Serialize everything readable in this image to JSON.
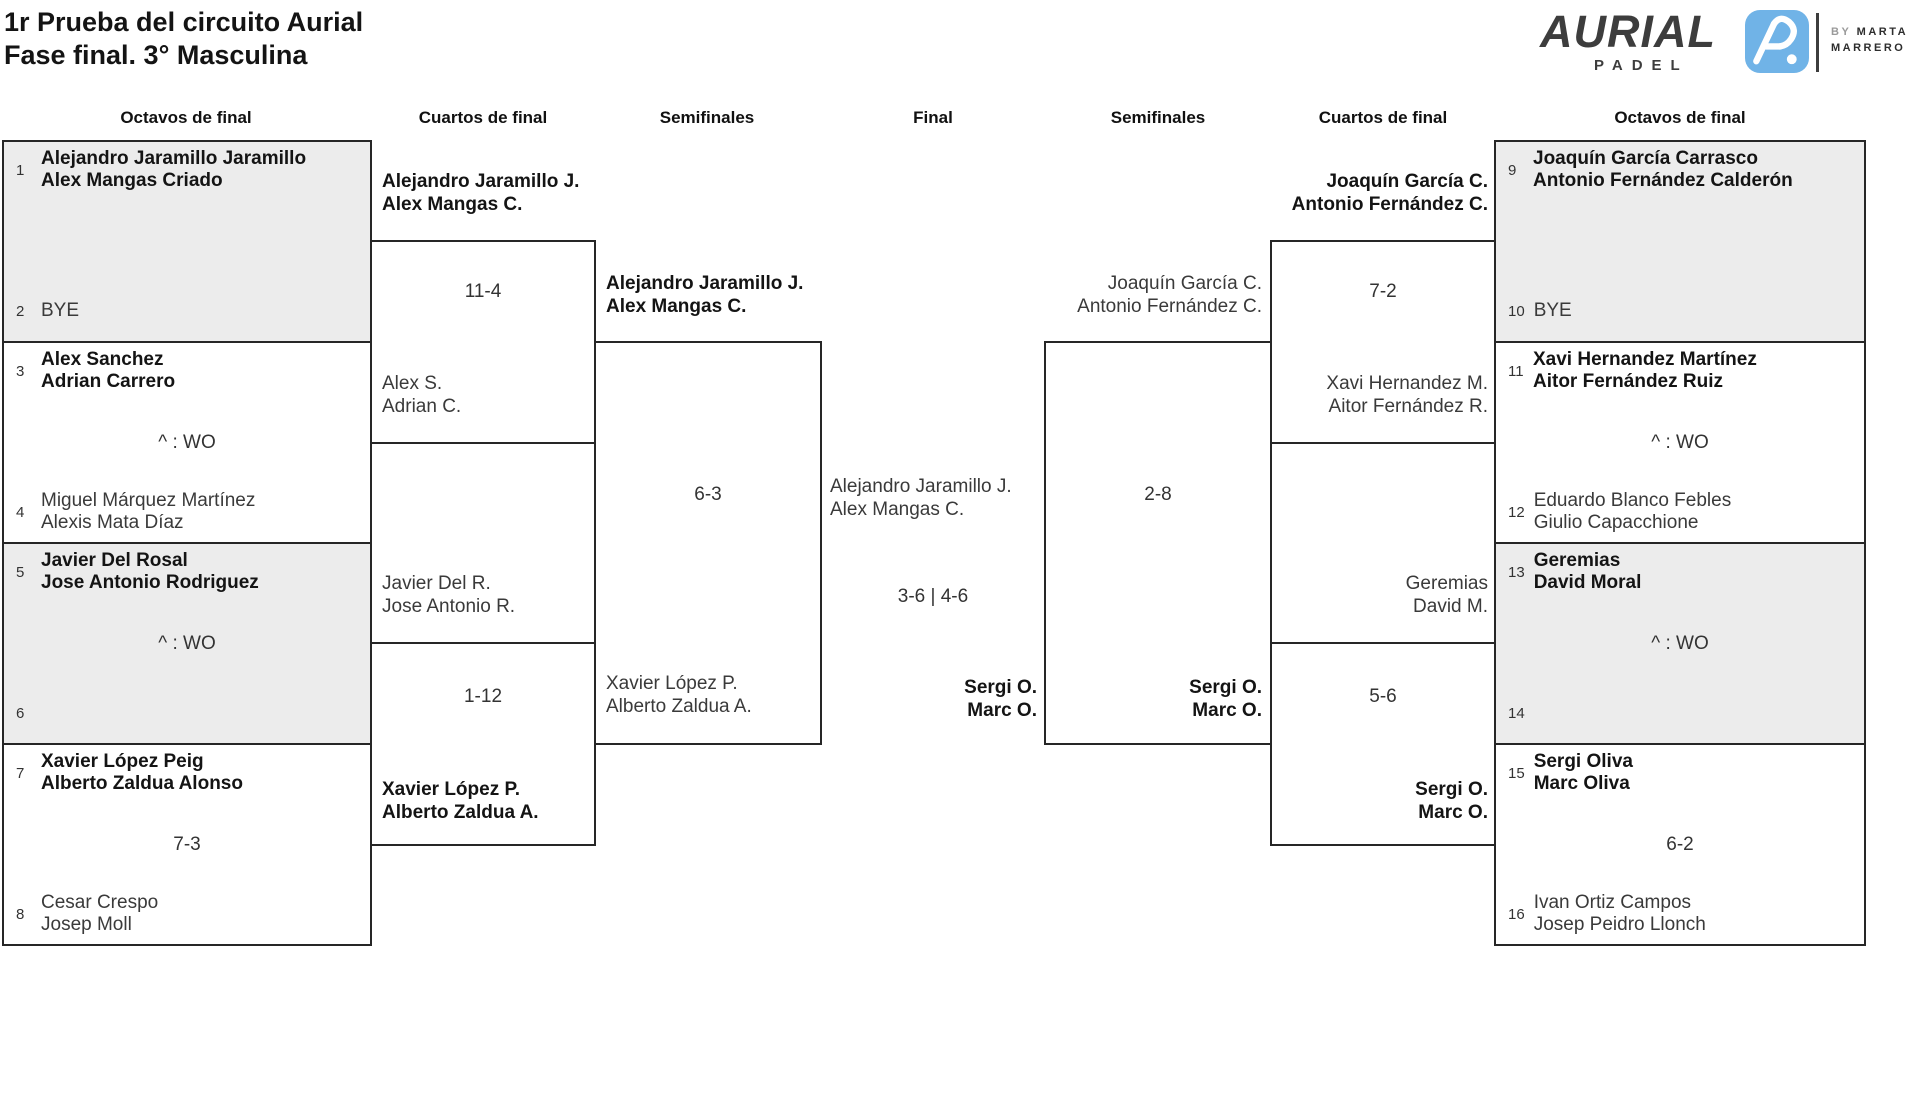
{
  "title": {
    "line1": "1r Prueba del circuito Aurial",
    "line2": "Fase final. 3° Masculina"
  },
  "logo": {
    "brand": "AURIAL",
    "sub": "PADEL",
    "by": "BY",
    "by_name_line1": "MARTA",
    "by_name_line2": "MARRERO",
    "icon": "aurial-monogram-icon",
    "blue": "#70b3e7",
    "dark": "#3d3d3d"
  },
  "headers": [
    "Octavos de final",
    "Cuartos de final",
    "Semifinales",
    "Final",
    "Semifinales",
    "Cuartos de final",
    "Octavos de final"
  ],
  "colors": {
    "shaded_box": "#ececec",
    "border": "#262626"
  },
  "octavos_left": [
    {
      "seed1": "1",
      "team1": [
        "Alejandro Jaramillo Jaramillo",
        "Alex Mangas Criado"
      ],
      "score": "",
      "seed2": "2",
      "team2": [
        "BYE",
        ""
      ]
    },
    {
      "seed1": "3",
      "team1": [
        "Alex Sanchez",
        "Adrian Carrero"
      ],
      "score": "^ : WO",
      "seed2": "4",
      "team2": [
        "Miguel Márquez Martínez",
        "Alexis Mata Díaz"
      ]
    },
    {
      "seed1": "5",
      "team1": [
        "Javier Del Rosal",
        "Jose Antonio Rodriguez"
      ],
      "score": "^ : WO",
      "seed2": "6",
      "team2": [
        "",
        ""
      ]
    },
    {
      "seed1": "7",
      "team1": [
        "Xavier López Peig",
        "Alberto Zaldua Alonso"
      ],
      "score": "7-3",
      "seed2": "8",
      "team2": [
        "Cesar Crespo",
        "Josep Moll"
      ]
    }
  ],
  "octavos_right": [
    {
      "seed1": "9",
      "team1": [
        "Joaquín García Carrasco",
        "Antonio Fernández Calderón"
      ],
      "score": "",
      "seed2": "10",
      "team2": [
        "BYE",
        ""
      ]
    },
    {
      "seed1": "11",
      "team1": [
        "Xavi Hernandez Martínez",
        "Aitor Fernández Ruiz"
      ],
      "score": "^ : WO",
      "seed2": "12",
      "team2": [
        "Eduardo Blanco Febles",
        "Giulio Capacchione"
      ]
    },
    {
      "seed1": "13",
      "team1": [
        "Geremias",
        "David Moral"
      ],
      "score": "^ : WO",
      "seed2": "14",
      "team2": [
        "",
        ""
      ]
    },
    {
      "seed1": "15",
      "team1": [
        "Sergi Oliva",
        "Marc Oliva"
      ],
      "score": "6-2",
      "seed2": "16",
      "team2": [
        "Ivan Ortiz Campos",
        "Josep Peidro Llonch"
      ]
    }
  ],
  "cuartos_left": [
    {
      "team1": [
        "Alejandro Jaramillo J.",
        "Alex Mangas C."
      ],
      "score": "11-4",
      "team2": [
        "Alex S.",
        "Adrian C."
      ]
    },
    {
      "team1": [
        "Javier Del R.",
        "Jose Antonio R."
      ],
      "score": "1-12",
      "team2": [
        "Xavier López P.",
        "Alberto Zaldua A."
      ]
    }
  ],
  "cuartos_right": [
    {
      "team1": [
        "Joaquín García C.",
        "Antonio Fernández C."
      ],
      "score": "7-2",
      "team2": [
        "Xavi Hernandez M.",
        "Aitor Fernández R."
      ]
    },
    {
      "team1": [
        "Geremias",
        "David M."
      ],
      "score": "5-6",
      "team2": [
        "Sergi O.",
        "Marc O."
      ]
    }
  ],
  "semi_left": {
    "team1": [
      "Alejandro Jaramillo J.",
      "Alex Mangas C."
    ],
    "score": "6-3",
    "team2": [
      "Xavier López P.",
      "Alberto Zaldua A."
    ]
  },
  "semi_right": {
    "team1": [
      "Joaquín García C.",
      "Antonio Fernández C."
    ],
    "score": "2-8",
    "team2": [
      "Sergi O.",
      "Marc O."
    ]
  },
  "final": {
    "team1": [
      "Alejandro Jaramillo J.",
      "Alex Mangas C."
    ],
    "score": "3-6 | 4-6",
    "team2": [
      "Sergi O.",
      "Marc O."
    ]
  }
}
